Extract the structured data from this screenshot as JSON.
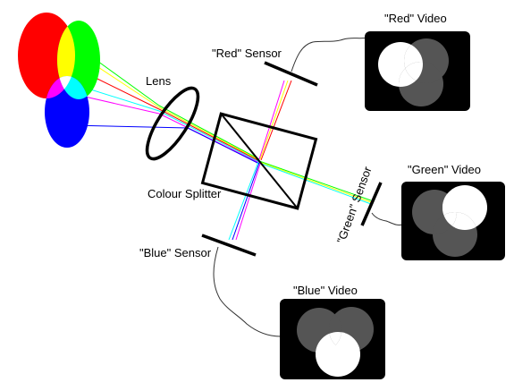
{
  "labels": {
    "lens": "Lens",
    "colour_splitter": "Colour Splitter",
    "red_sensor": "\"Red\" Sensor",
    "green_sensor": "\"Green\" Sensor",
    "blue_sensor": "\"Blue\" Sensor",
    "red_video": "\"Red\" Video",
    "green_video": "\"Green\" Video",
    "blue_video": "\"Blue\" Video"
  },
  "colors": {
    "red": "#ff0000",
    "green": "#00ff00",
    "blue": "#0000ff",
    "yellow": "#ffff00",
    "cyan": "#00ffff",
    "magenta": "#ff00ff",
    "white": "#ffffff",
    "ink": "#000000",
    "dim": "#555555"
  }
}
